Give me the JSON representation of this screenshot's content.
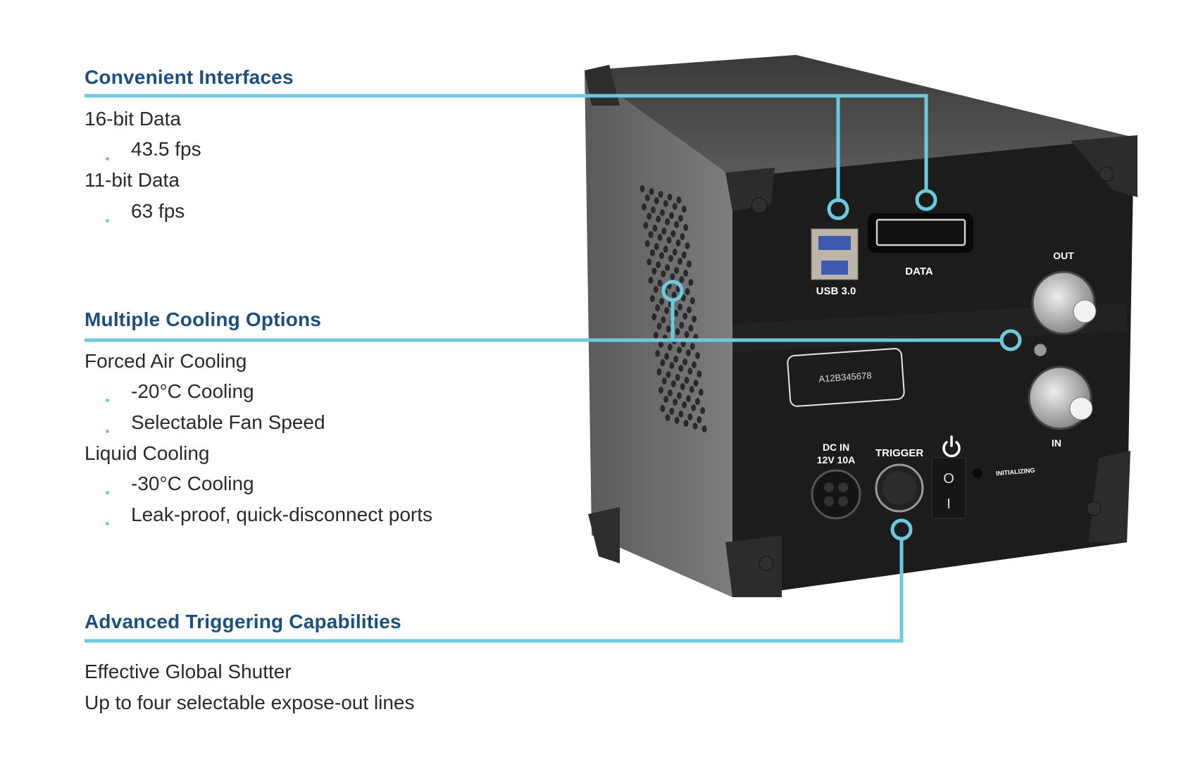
{
  "accent_color": "#6fc8dd",
  "heading_color": "#1d4f7e",
  "sections": [
    {
      "heading": "Convenient Interfaces",
      "items": [
        {
          "text": "16-bit Data",
          "bullets": [
            "43.5 fps"
          ]
        },
        {
          "text": "11-bit Data",
          "bullets": [
            "63 fps"
          ]
        }
      ]
    },
    {
      "heading": "Multiple Cooling Options",
      "items": [
        {
          "text": "Forced Air Cooling",
          "bullets": [
            "-20°C Cooling",
            "Selectable Fan Speed"
          ]
        },
        {
          "text": "Liquid Cooling",
          "bullets": [
            "-30°C Cooling",
            "Leak-proof, quick-disconnect ports"
          ]
        }
      ]
    },
    {
      "heading": "Advanced Triggering Capabilities",
      "items": [
        {
          "text": "Effective Global Shutter",
          "bullets": []
        },
        {
          "text": "Up to four selectable expose-out lines",
          "bullets": []
        }
      ]
    }
  ],
  "device": {
    "usb_label": "USB 3.0",
    "data_label": "DATA",
    "out_label": "OUT",
    "in_label": "IN",
    "serial": "A12B345678",
    "dc_in_line1": "DC IN",
    "dc_in_line2": "12V 10A",
    "trigger_label": "TRIGGER",
    "status_label": "INITIALIZING",
    "switch_on": "O",
    "switch_off": "I"
  }
}
